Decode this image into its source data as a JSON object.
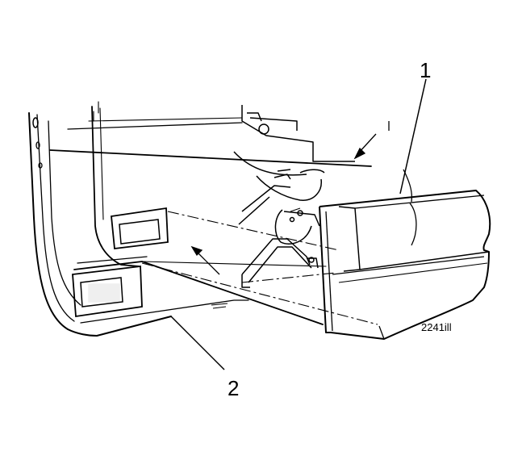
{
  "callouts": [
    {
      "id": "1",
      "label": "1"
    },
    {
      "id": "2",
      "label": "2"
    }
  ],
  "figure_code": "2241ill",
  "colors": {
    "line": "#000000",
    "background": "#ffffff"
  }
}
